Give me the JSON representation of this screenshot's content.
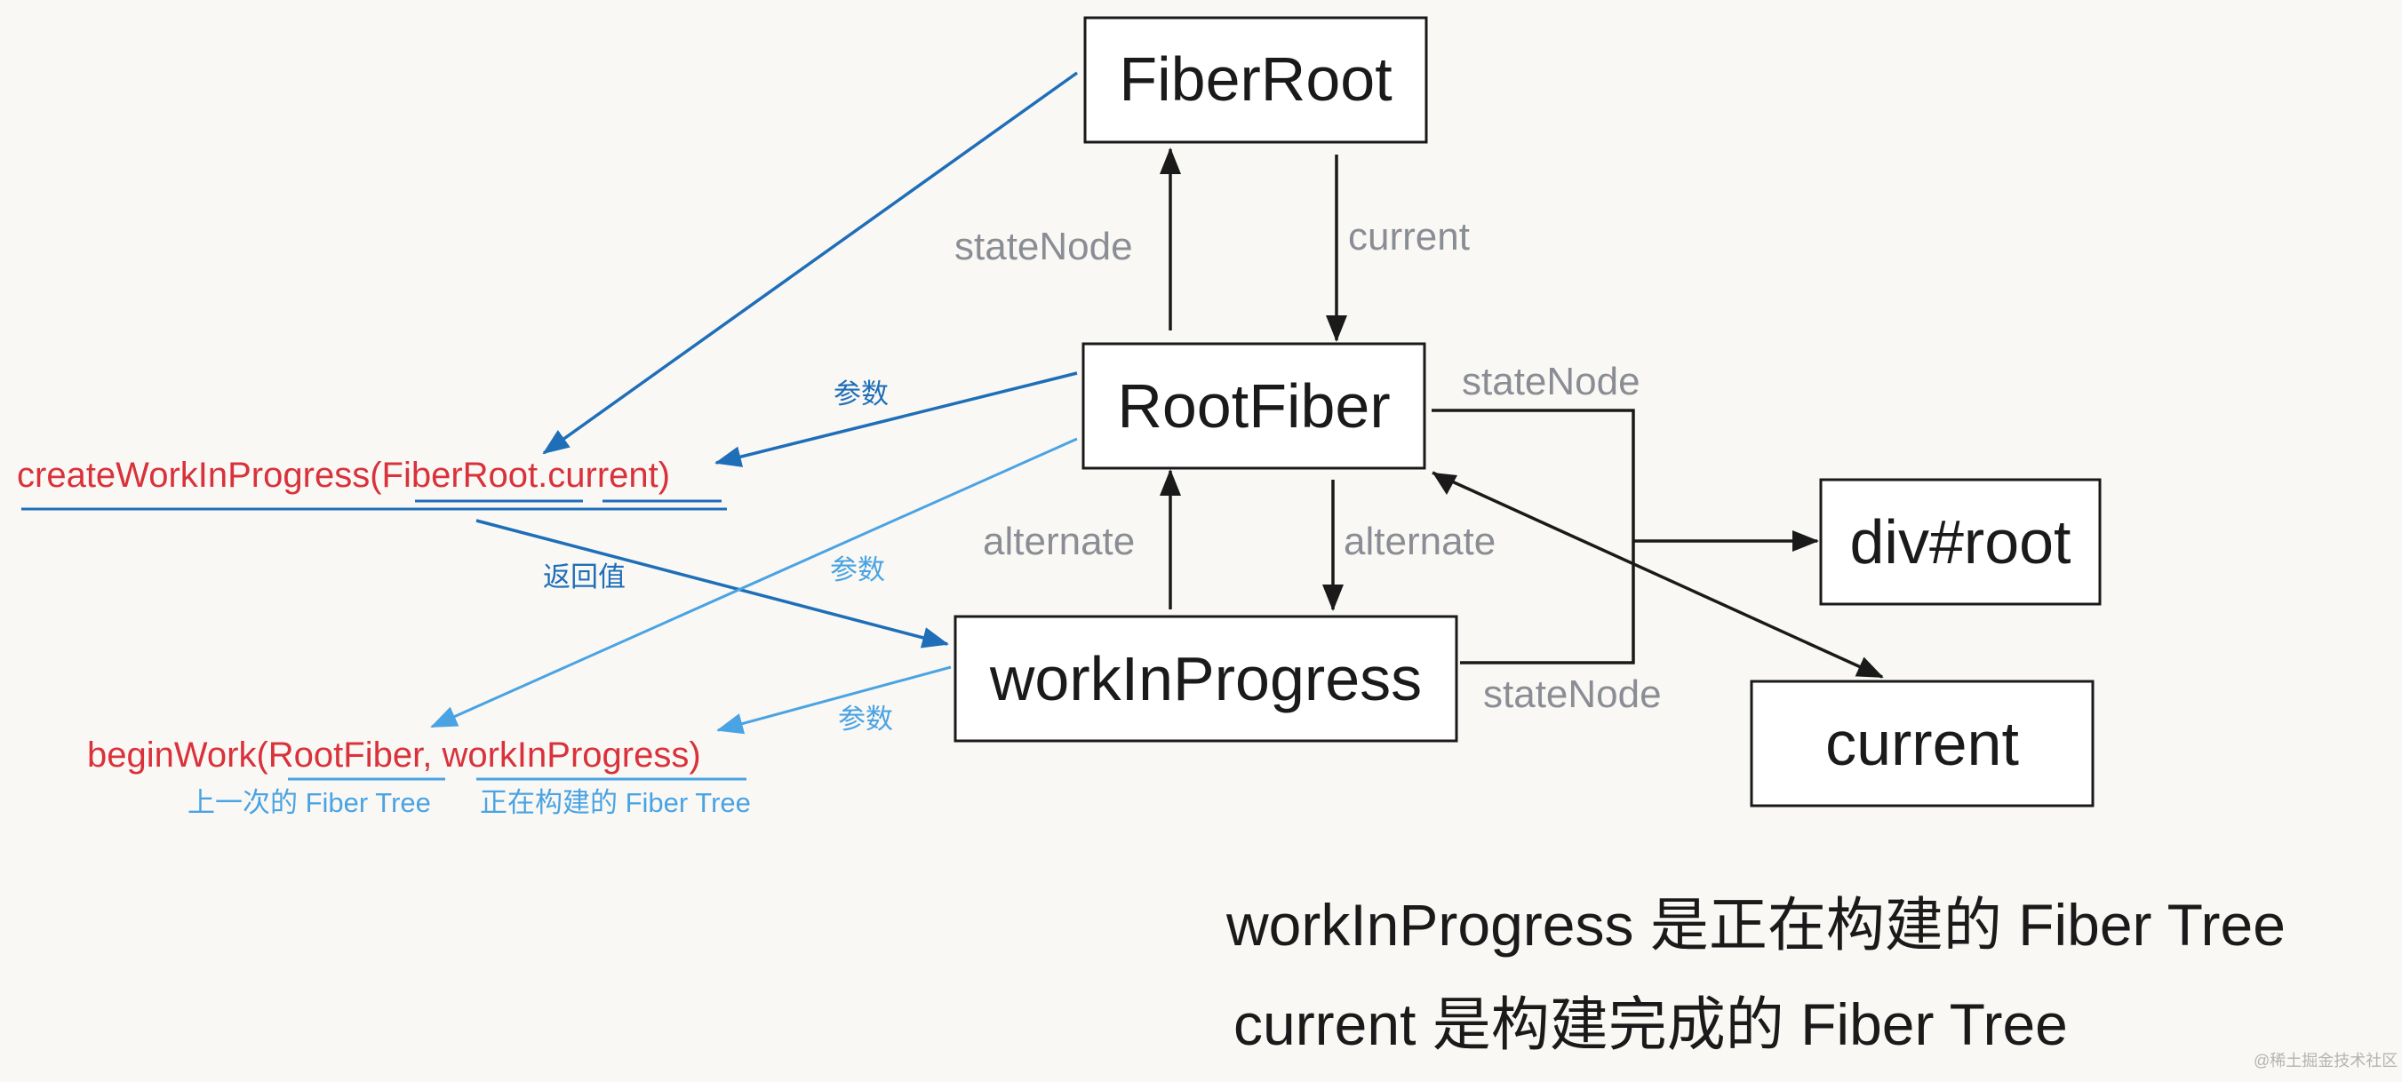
{
  "colors": {
    "background": "#faf8f5",
    "box_stroke": "#1a1a1a",
    "edge_label": "#8a8e94",
    "code_red": "#d9323b",
    "blue_dark": "#1e6eb8",
    "blue_light": "#4aa3e2"
  },
  "nodes": {
    "fiber_root": "FiberRoot",
    "root_fiber": "RootFiber",
    "work_in_progress": "workInProgress",
    "div_root": "div#root",
    "current": "current"
  },
  "edges": {
    "state_node_up": "stateNode",
    "current_down": "current",
    "alternate_up": "alternate",
    "alternate_down": "alternate",
    "root_fiber_state_node": "stateNode",
    "wip_state_node": "stateNode"
  },
  "code": {
    "create_call_prefix": "createWorkInProgress(",
    "create_call_arg_object": "FiberRoot",
    "create_call_dot": ".",
    "create_call_arg_prop": "current",
    "create_call_suffix": ")",
    "begin_call_prefix": "beginWork(",
    "begin_call_arg1": "RootFiber",
    "begin_call_comma": ", ",
    "begin_call_arg2": "workInProgress",
    "begin_call_suffix": ")"
  },
  "annotations": {
    "param_top": "参数",
    "return_value": "返回值",
    "param_middle": "参数",
    "param_bottom": "参数",
    "arg1_note": "上一次的 Fiber Tree",
    "arg2_note": "正在构建的 Fiber Tree"
  },
  "captions": {
    "line1": "workInProgress 是正在构建的 Fiber Tree",
    "line2": "current 是构建完成的 Fiber Tree"
  },
  "watermark": "@稀土掘金技术社区"
}
